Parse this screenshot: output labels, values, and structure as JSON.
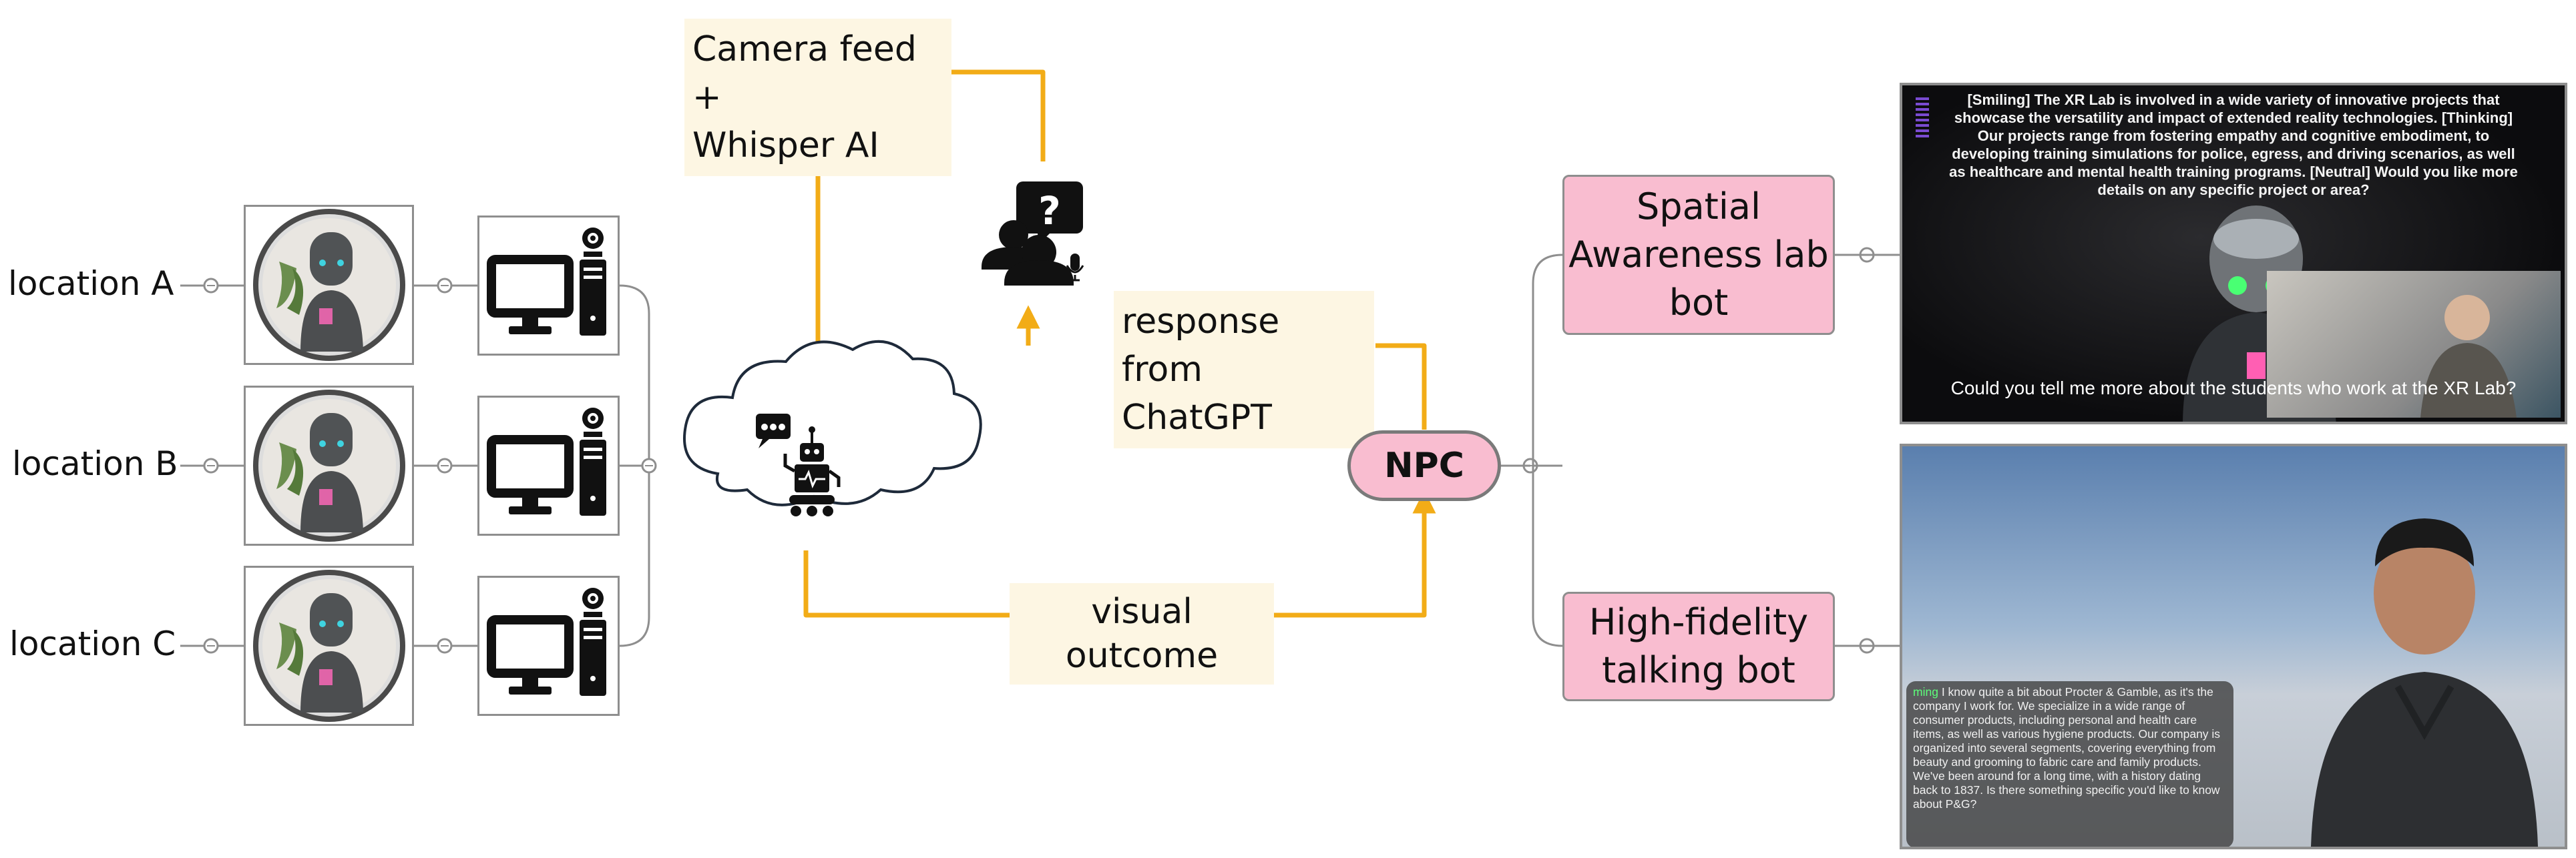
{
  "locations": [
    {
      "label": "location A"
    },
    {
      "label": "location B"
    },
    {
      "label": "location C"
    }
  ],
  "notes": {
    "camera_whisper": "Camera feed +\nWhisper AI",
    "response": "response from\nChatGPT",
    "visual_outcome": "visual outcome"
  },
  "npc_label": "NPC",
  "bots": {
    "spatial": "Spatial\nAwareness lab\nbot",
    "talking": "High-fidelity\ntalking bot"
  },
  "screens": {
    "top_caption": "[Smiling] The XR Lab is involved in a wide variety of innovative projects that showcase the versatility and impact of extended reality technologies. [Thinking] Our projects range from fostering empathy and cognitive embodiment, to developing training simulations for police, egress, and driving scenarios, as well as healthcare and mental health training programs. [Neutral] Would you like more details on any specific project or area?",
    "top_question": "Could you tell me more about the students who work at the XR Lab?",
    "bottom_tag": "ming",
    "bottom_chat": "I know quite a bit about Procter & Gamble, as it's the company I work for. We specialize in a wide range of consumer products, including personal and health care items, as well as various hygiene products. Our company is organized into several segments, covering everything from beauty and grooming to fabric care and family products. We've been around for a long time, with a history dating back to 1837. Is there something specific you'd like to know about P&G?"
  },
  "colors": {
    "arrow": "#f2ac17",
    "connector": "#8e8e8e",
    "node_fill": "#f9bdd0",
    "note_fill": "#fdf6e3"
  }
}
